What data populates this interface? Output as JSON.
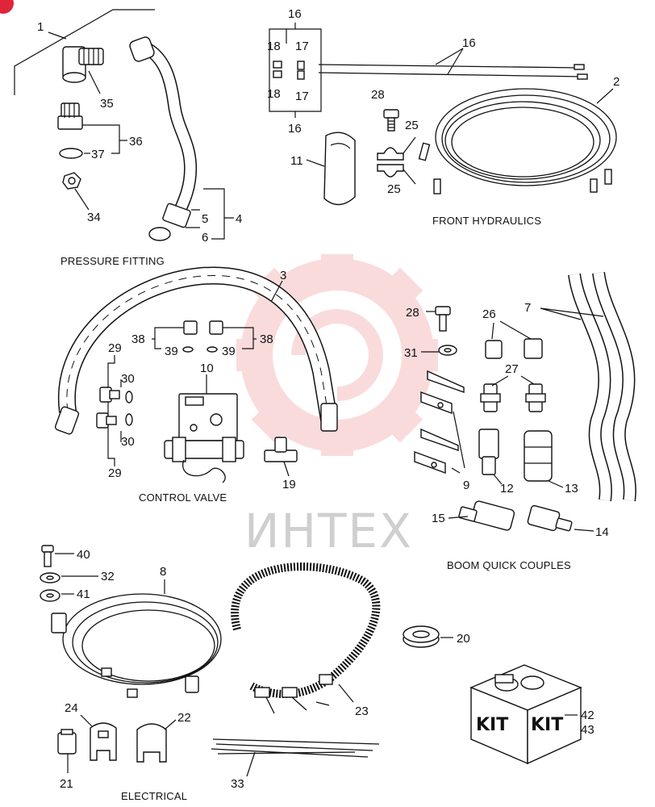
{
  "sections": {
    "pressure_fitting": "PRESSURE FITTING",
    "front_hydraulics": "FRONT HYDRAULICS",
    "control_valve": "CONTROL VALVE",
    "boom_quick_couples": "BOOM QUICK COUPLES",
    "electrical": "ELECTRICAL"
  },
  "watermark": "ИНТЕХ",
  "kit_labels": [
    "KIT",
    "KIT"
  ],
  "callouts": {
    "c1": "1",
    "c35": "35",
    "c36": "36",
    "c37": "37",
    "c34": "34",
    "c4": "4",
    "c5": "5",
    "c6": "6",
    "c16a": "16",
    "c16b": "16",
    "c16c": "16",
    "c18a": "18",
    "c18b": "18",
    "c17a": "17",
    "c17b": "17",
    "c2": "2",
    "c28a": "28",
    "c25a": "25",
    "c25b": "25",
    "c11": "11",
    "c3": "3",
    "c38a": "38",
    "c38b": "38",
    "c39a": "39",
    "c39b": "39",
    "c29a": "29",
    "c29b": "29",
    "c30a": "30",
    "c30b": "30",
    "c10": "10",
    "c19": "19",
    "c28b": "28",
    "c31": "31",
    "c26": "26",
    "c27": "27",
    "c7": "7",
    "c9": "9",
    "c12": "12",
    "c13": "13",
    "c15": "15",
    "c14": "14",
    "c40": "40",
    "c32": "32",
    "c41": "41",
    "c8": "8",
    "c20": "20",
    "c23": "23",
    "c24": "24",
    "c22": "22",
    "c21": "21",
    "c33": "33",
    "c42": "42",
    "c43": "43"
  }
}
